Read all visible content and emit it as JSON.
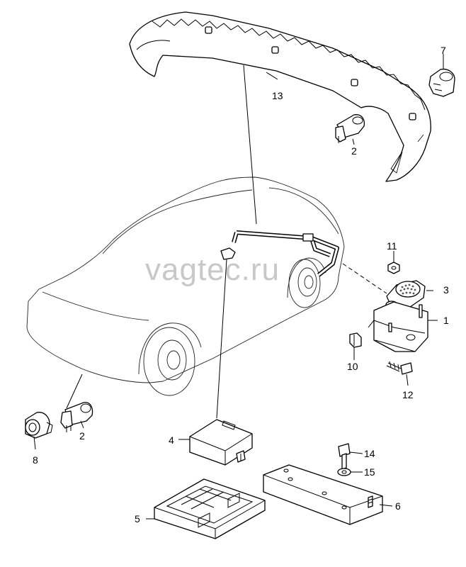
{
  "watermark": "vagtec.ru",
  "callouts": {
    "c1": "1",
    "c2a": "2",
    "c2b": "2",
    "c3": "3",
    "c4": "4",
    "c5": "5",
    "c6": "6",
    "c7": "7",
    "c8": "8",
    "c10": "10",
    "c11": "11",
    "c12": "12",
    "c13": "13",
    "c14": "14",
    "c15": "15"
  }
}
